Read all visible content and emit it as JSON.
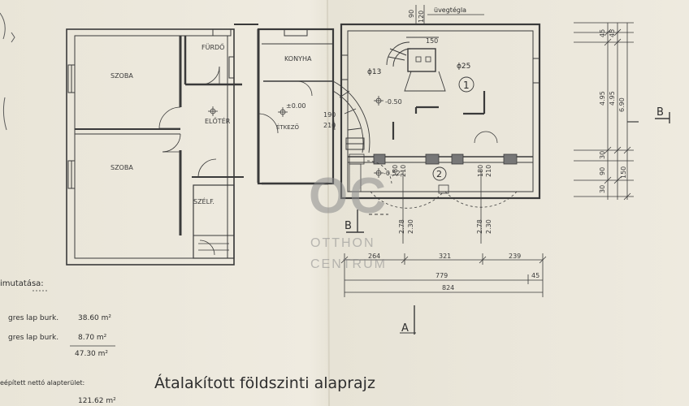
{
  "rooms": {
    "szoba1": "SZOBA",
    "szoba2": "SZOBA",
    "furdo": "FÜRDŐ",
    "konyha": "KONYHA",
    "eloter": "ELŐTÉR",
    "etkezo": "ÉTKEZŐ",
    "szelf": "SZÉLF.",
    "num1": "1",
    "num2": "2"
  },
  "annotations": {
    "uvegtegla": "üvegtégla",
    "fi13": "ϕ13",
    "fi25": "ϕ25",
    "lvl1": "±0.00",
    "lvl2": "-0.50",
    "lvl3": "-0.52",
    "m150": "150",
    "d90": "90",
    "d120": "120",
    "d190": "190",
    "d210a": "210",
    "d180a": "180",
    "d210b": "210",
    "d180b": "180",
    "d210c": "210",
    "d278a": "2.78",
    "d230a": "2.30",
    "d278b": "2.78",
    "d230b": "2.30"
  },
  "dimensions": {
    "bottom": [
      "264",
      "321",
      "239"
    ],
    "total1": "779",
    "end45": "45",
    "total2": "824"
  },
  "section_dims": {
    "top45a": "45",
    "top45b": "45",
    "d495a": "4.95",
    "d495b": "4.95",
    "d690": "6.90",
    "d30a": "30",
    "d90": "90",
    "d150": "150",
    "d30b": "30"
  },
  "sections": {
    "b_right": "B",
    "b_left": "B",
    "a_bottom": "A"
  },
  "area_table": {
    "heading": "imutatása:",
    "row1_label": "gres lap burk.",
    "row1_value": "38.60 m²",
    "row2_label": "gres lap burk.",
    "row2_value": "8.70 m²",
    "total": "47.30 m²",
    "net_label": "eépített nettó alapterület:",
    "net_value": "121.62 m²"
  },
  "title": "Átalakított földszinti alaprajz",
  "watermark": {
    "logo": "OC",
    "line1": "OTTHON",
    "line2": "CENTRUM"
  },
  "colors": {
    "ink": "#3a3a3a",
    "paper": "#ece8dc"
  }
}
